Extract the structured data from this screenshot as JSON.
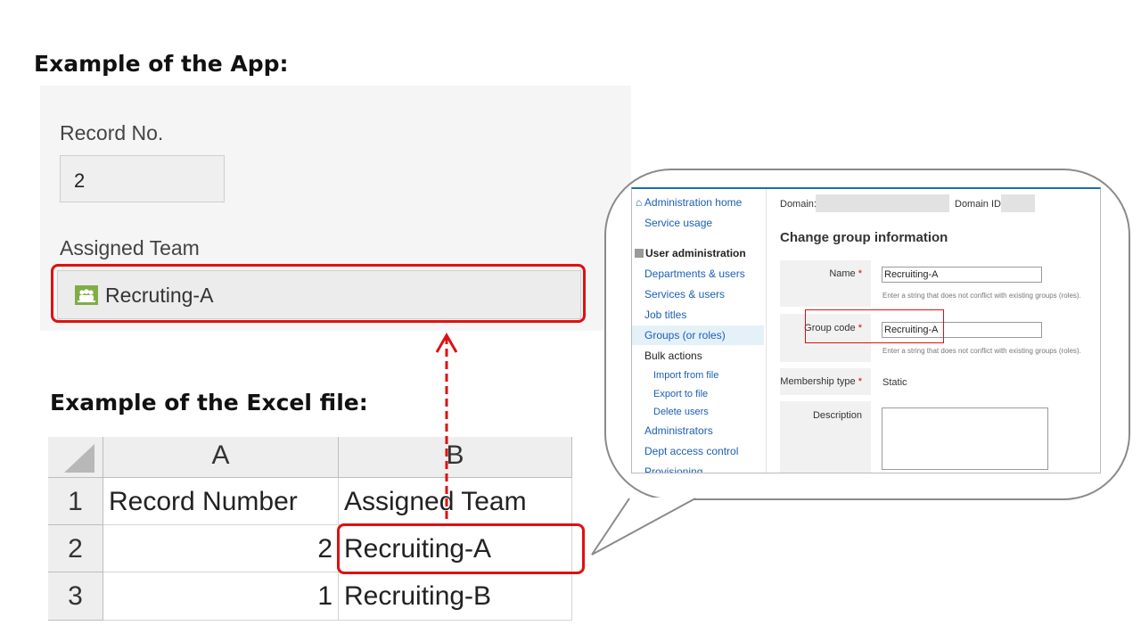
{
  "headings": {
    "app": "Example of the App:",
    "excel": "Example of the Excel file:"
  },
  "app": {
    "record_label": "Record No.",
    "record_value": "2",
    "team_label": "Assigned Team",
    "team_value": "Recruting-A",
    "team_icon": "group-icon"
  },
  "excel": {
    "columns": [
      "A",
      "B"
    ],
    "rows": [
      {
        "num": "1",
        "a": "Record Number",
        "b": "Assigned Team"
      },
      {
        "num": "2",
        "a": "2",
        "b": "Recruiting-A"
      },
      {
        "num": "3",
        "a": "1",
        "b": "Recruiting-B"
      }
    ]
  },
  "admin": {
    "domain_label": "Domain:",
    "domain_id_label": "Domain ID:",
    "page_title": "Change group information",
    "sidebar": {
      "home": "Administration home",
      "service_usage": "Service usage",
      "section": "User administration",
      "items": [
        "Departments & users",
        "Services & users",
        "Job titles",
        "Groups (or roles)",
        "Bulk actions"
      ],
      "sub_items": [
        "Import from file",
        "Export to file",
        "Delete users"
      ],
      "items2": [
        "Administrators",
        "Dept access control",
        "Provisioning"
      ]
    },
    "form": {
      "name_label": "Name",
      "name_value": "Recruiting-A",
      "name_hint": "Enter a string that does not conflict with existing groups (roles).",
      "code_label": "Group code",
      "code_value": "Recruiting-A",
      "code_hint": "Enter a string that does not conflict with existing groups (roles).",
      "membership_label": "Membership type",
      "membership_value": "Static",
      "description_label": "Description",
      "required_mark": "*"
    }
  },
  "colors": {
    "highlight": "#e01010",
    "link": "#1a5fb4",
    "group_icon": "#7fae45"
  }
}
